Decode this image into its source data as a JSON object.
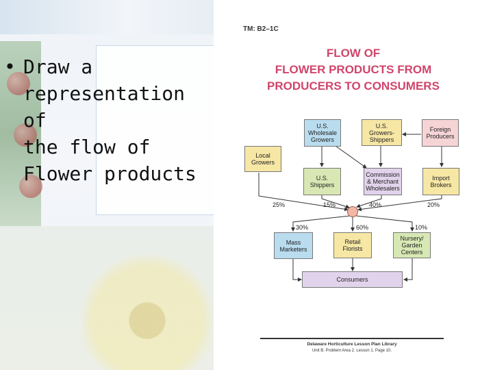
{
  "slide": {
    "bullet_marker": "•",
    "bullet_text": "Draw a\nrepresentation of\nthe flow of\nFlower products"
  },
  "document": {
    "tm_label": "TM: B2–1C",
    "title_lines": [
      "FLOW OF",
      "FLOWER PRODUCTS FROM",
      "PRODUCERS TO CONSUMERS"
    ],
    "nodes": {
      "us_wholesale_growers": "U.S.\nWholesale\nGrowers",
      "us_growers_shippers": "U.S.\nGrowers-\nShippers",
      "foreign_producers": "Foreign\nProducers",
      "local_growers": "Local\nGrowers",
      "us_shippers": "U.S.\nShippers",
      "commission_wholesalers": "Commission\n& Merchant\nWholesalers",
      "import_brokers": "Import\nBrokers",
      "mass_marketers": "Mass\nMarketers",
      "retail_florists": "Retail\nFlorists",
      "nursery_garden_centers": "Nursery/\nGarden\nCenters",
      "consumers": "Consumers"
    },
    "inflow_percents": [
      "25%",
      "15%",
      "40%",
      "20%"
    ],
    "outflow_percents": [
      "30%",
      "60%",
      "10%"
    ],
    "footer_line1": "Delaware Horticulture Lesson Plan Library",
    "footer_line2": "Unit B.  Problem Area 2.  Lesson 1.  Page 10."
  },
  "colors": {
    "title": "#d0446b",
    "blue_box": "#b9dcef",
    "green_box": "#d7e8b4",
    "yellow_box": "#f7e7a5",
    "lilac_box": "#e2d3ec",
    "pink_box": "#f6d4d6",
    "hub": "#f4b7a6"
  }
}
